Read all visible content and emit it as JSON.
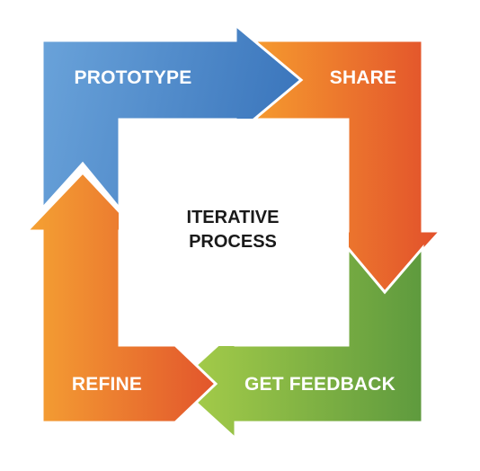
{
  "diagram": {
    "center": {
      "line1": "ITERATIVE",
      "line2": "PROCESS"
    },
    "steps": [
      {
        "id": "prototype",
        "label": "PROTOTYPE",
        "color_start": "#6aa3da",
        "color_end": "#3c77bd"
      },
      {
        "id": "share",
        "label": "SHARE",
        "color_start": "#f59a2e",
        "color_end": "#e2502c"
      },
      {
        "id": "get-feedback",
        "label": "GET FEEDBACK",
        "color_start": "#a9cf4a",
        "color_end": "#5e9a3e"
      },
      {
        "id": "refine",
        "label": "REFINE",
        "color_start": "#f5a233",
        "color_end": "#e2552c"
      }
    ]
  }
}
